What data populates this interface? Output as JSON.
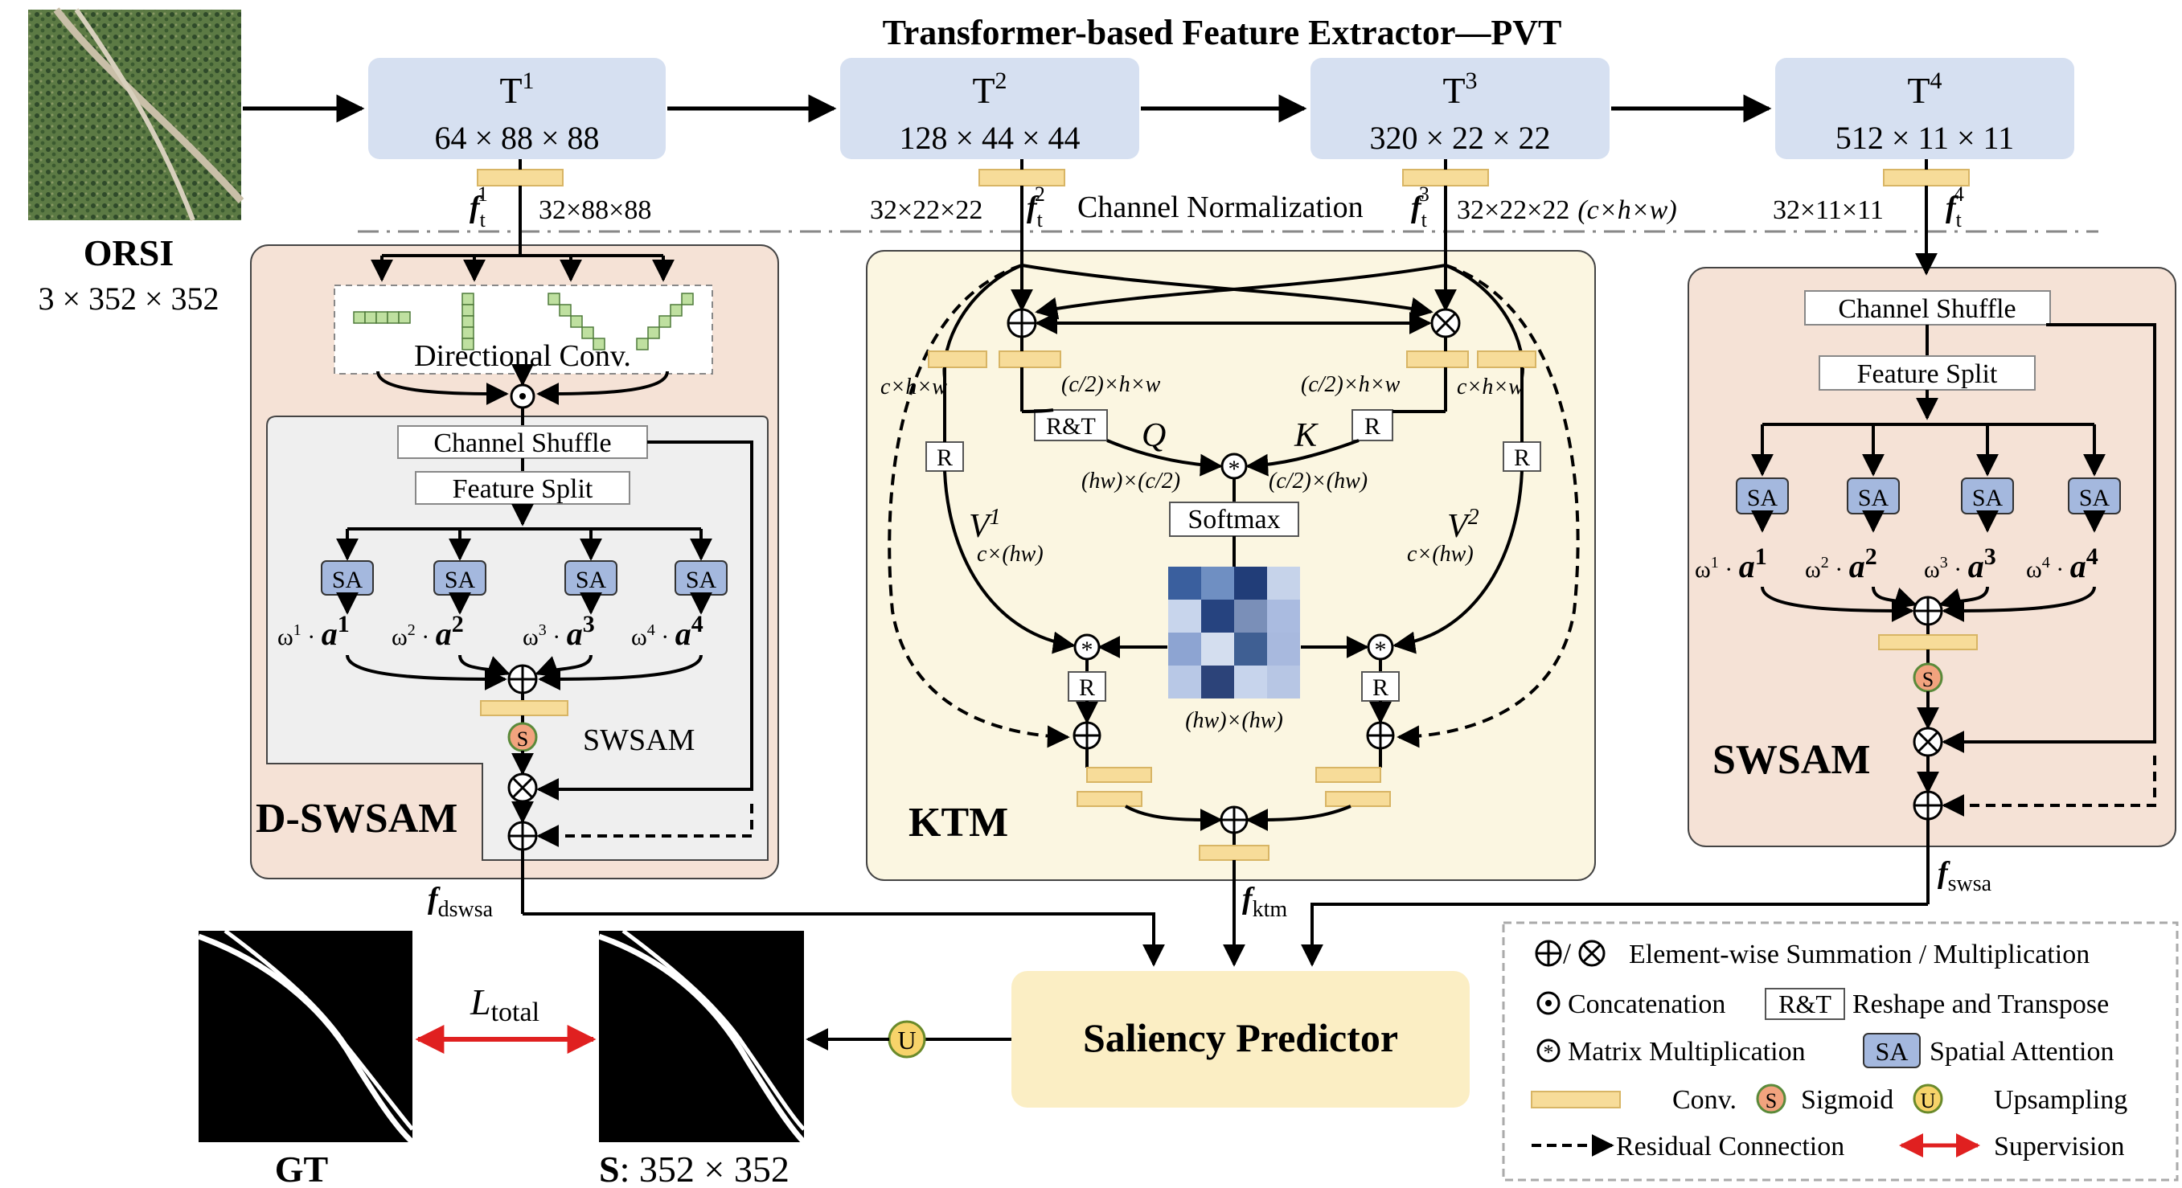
{
  "title": "Transformer-based Feature Extractor—PVT",
  "input": {
    "label": "ORSI",
    "size": "3 × 352 × 352"
  },
  "stages": [
    {
      "name": "T",
      "sup": "1",
      "dims": "64 × 88 × 88"
    },
    {
      "name": "T",
      "sup": "2",
      "dims": "128 × 44 × 44"
    },
    {
      "name": "T",
      "sup": "3",
      "dims": "320 × 22 × 22"
    },
    {
      "name": "T",
      "sup": "4",
      "dims": "512 × 11 × 11"
    }
  ],
  "features": [
    {
      "name": "f",
      "sub": "t",
      "sup": "1",
      "dims": "32×88×88"
    },
    {
      "name": "f",
      "sub": "t",
      "sup": "2",
      "dims": "32×22×22"
    },
    {
      "name": "f",
      "sub": "t",
      "sup": "3",
      "dims": "32×22×22",
      "note": "(c×h×w)"
    },
    {
      "name": "f",
      "sub": "t",
      "sup": "4",
      "dims": "32×11×11"
    }
  ],
  "channel_norm": "Channel Normalization",
  "dswsam": {
    "label": "D-SWSAM",
    "directional_conv": "Directional Conv.",
    "channel_shuffle": "Channel Shuffle",
    "feature_split": "Feature Split",
    "sa": [
      "SA",
      "SA",
      "SA",
      "SA"
    ],
    "weights": [
      {
        "w": "ω",
        "wsup": "1",
        "a": "a",
        "asup": "1"
      },
      {
        "w": "ω",
        "wsup": "2",
        "a": "a",
        "asup": "2"
      },
      {
        "w": "ω",
        "wsup": "3",
        "a": "a",
        "asup": "3"
      },
      {
        "w": "ω",
        "wsup": "4",
        "a": "a",
        "asup": "4"
      }
    ],
    "inner_label": "SWSAM",
    "sigmoid": "S",
    "output": {
      "name": "f",
      "sub": "dswsa"
    }
  },
  "ktm": {
    "label": "KTM",
    "labels": {
      "chw_left": "c×h×w",
      "chw_right": "c×h×w",
      "c2hw_left": "(c/2)×h×w",
      "c2hw_right": "(c/2)×h×w",
      "rt": "R&T",
      "r": "R",
      "q": "Q",
      "k": "K",
      "hw_c2": "(hw)×(c/2)",
      "c2_hw": "(c/2)×(hw)",
      "softmax": "Softmax",
      "v1": "V",
      "v1sup": "1",
      "v2": "V",
      "v2sup": "2",
      "c_hw": "c×(hw)",
      "hw_hw": "(hw)×(hw)",
      "mult": "*"
    },
    "matrix_colors": [
      "#3a5f9e",
      "#6f8fc2",
      "#213d78",
      "#c6d3ea",
      "#c8d5ec",
      "#26437f",
      "#7a8fb8",
      "#aabbe0",
      "#8da4d2",
      "#d4deef",
      "#3f5f93",
      "#a8b9de",
      "#b8c8e6",
      "#2c4379",
      "#c7d4ec",
      "#b7c6e4"
    ],
    "output": {
      "name": "f",
      "sub": "ktm"
    }
  },
  "swsam": {
    "label": "SWSAM",
    "channel_shuffle": "Channel Shuffle",
    "feature_split": "Feature Split",
    "sa": [
      "SA",
      "SA",
      "SA",
      "SA"
    ],
    "weights": [
      {
        "w": "ω",
        "wsup": "1",
        "a": "a",
        "asup": "1"
      },
      {
        "w": "ω",
        "wsup": "2",
        "a": "a",
        "asup": "2"
      },
      {
        "w": "ω",
        "wsup": "3",
        "a": "a",
        "asup": "3"
      },
      {
        "w": "ω",
        "wsup": "4",
        "a": "a",
        "asup": "4"
      }
    ],
    "sigmoid": "S",
    "output": {
      "name": "f",
      "sub": "swsa"
    }
  },
  "predictor": {
    "label": "Saliency Predictor",
    "upsample": "U"
  },
  "outputs": {
    "gt": "GT",
    "loss": {
      "name": "L",
      "sub": "total"
    },
    "s_label": "S",
    "s_dims": ": 352 × 352"
  },
  "legend": {
    "summation": "Element-wise Summation / Multiplication",
    "concat": "Concatenation",
    "rt_box": "R&T",
    "rt_text": "Reshape and Transpose",
    "matmul": "Matrix Multiplication",
    "sa_box": "SA",
    "sa_text": "Spatial Attention",
    "conv": "Conv.",
    "sigmoid_icon": "S",
    "sigmoid": "Sigmoid",
    "upsample_icon": "U",
    "upsample": "Upsampling",
    "residual": "Residual Connection",
    "supervision": "Supervision"
  },
  "colors": {
    "stage_box": "#d6e0f1",
    "conv": "#f7dc99",
    "module_bg": "#f5e2d6",
    "ktm_bg": "#fbf6e1",
    "swsam_inner": "#efefef",
    "predictor": "#fbeec4",
    "sa_box": "#a4b8de",
    "sigmoid": "#f2a37e",
    "upsample": "#f7d36a",
    "supervision": "#e02020"
  }
}
